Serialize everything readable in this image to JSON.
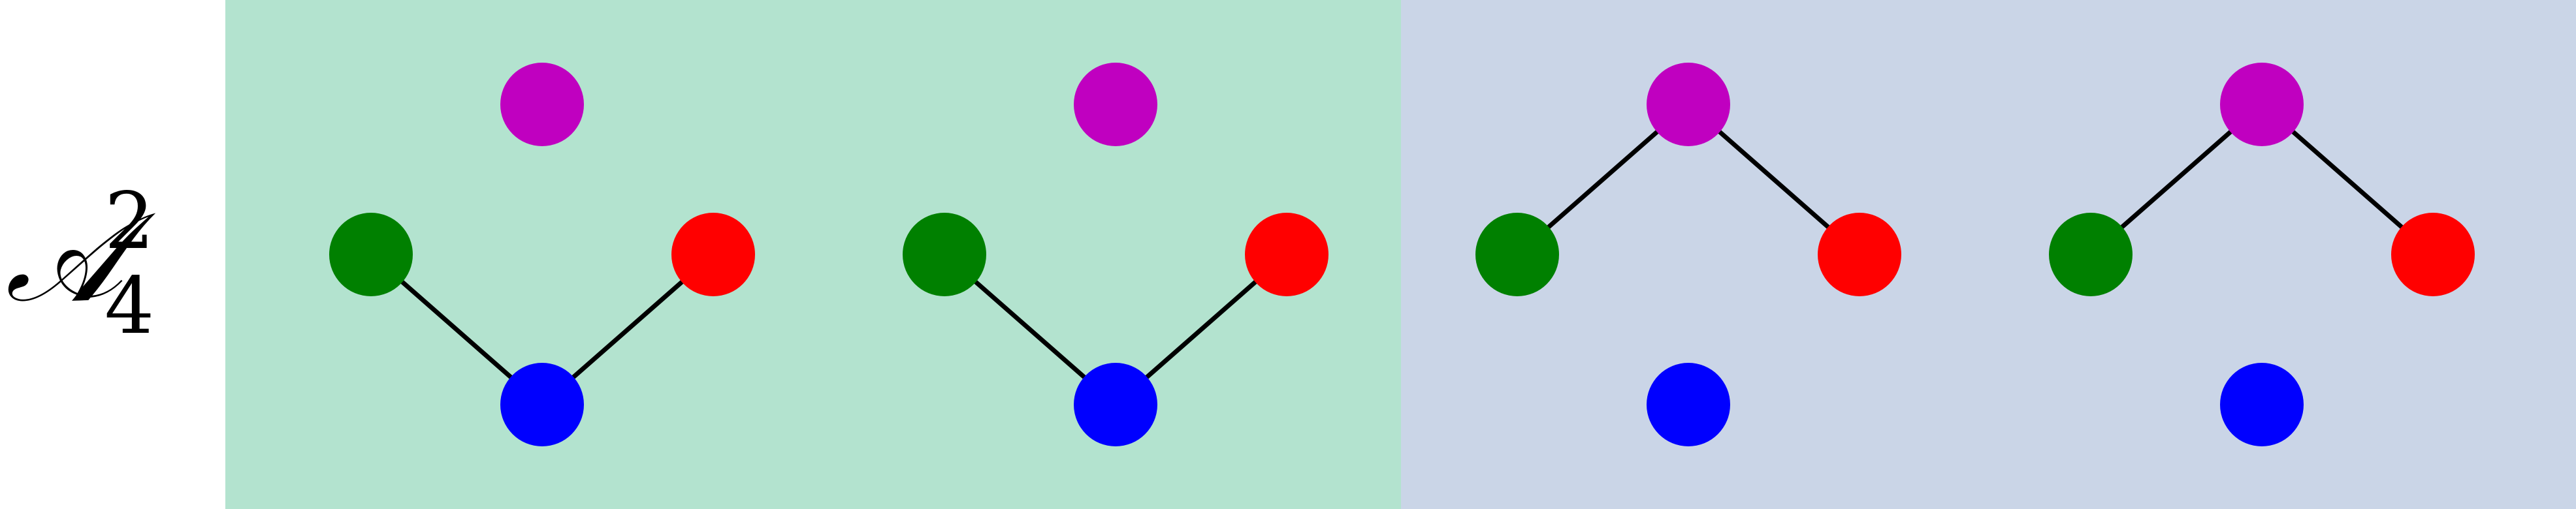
{
  "row_label": {
    "main": "𝒜",
    "superscript": "2",
    "subscript": "4"
  },
  "colors": {
    "white_bg": "#ffffff",
    "green_panel": "#b3e3cf",
    "blue_panel": "#cad5e7",
    "node_magenta": "#c000c0",
    "node_green": "#008000",
    "node_red": "#ff0000",
    "node_blue": "#0000ff",
    "edge": "#000000"
  },
  "panels": [
    {
      "name": "green-panel",
      "color": "#b3e3cf"
    },
    {
      "name": "blue-panel",
      "color": "#cad5e7"
    }
  ],
  "graphs": [
    {
      "name": "graph-1",
      "panel": "green",
      "edges": [
        [
          "green",
          "blue"
        ],
        [
          "red",
          "blue"
        ]
      ]
    },
    {
      "name": "graph-2",
      "panel": "green",
      "edges": [
        [
          "green",
          "blue"
        ],
        [
          "red",
          "blue"
        ]
      ]
    },
    {
      "name": "graph-3",
      "panel": "blue",
      "edges": [
        [
          "green",
          "magenta"
        ],
        [
          "red",
          "magenta"
        ]
      ]
    },
    {
      "name": "graph-4",
      "panel": "blue",
      "edges": [
        [
          "green",
          "magenta"
        ],
        [
          "red",
          "magenta"
        ]
      ]
    }
  ]
}
